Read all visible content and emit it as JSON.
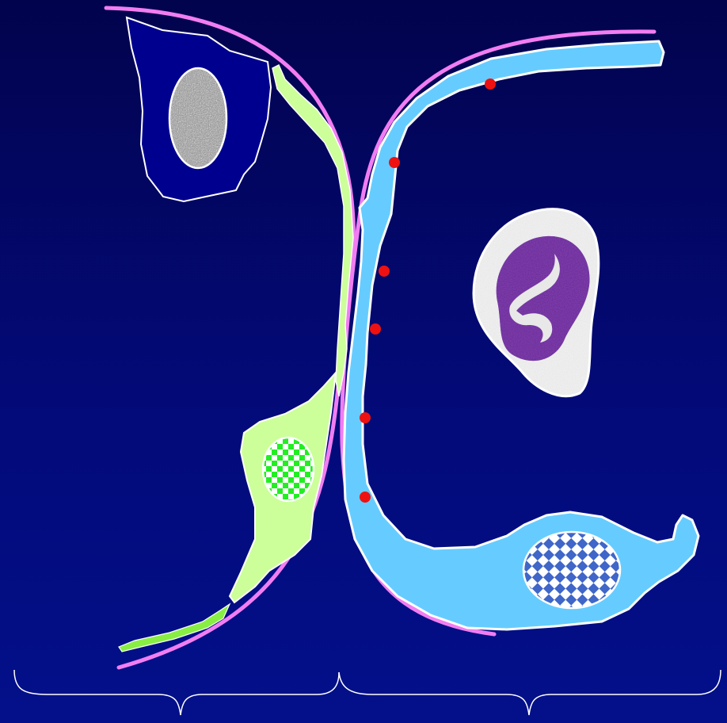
{
  "diagram": {
    "background_color": "#030a78",
    "membrane_color": "#f27df2",
    "outline_color": "#ffffff",
    "cells": [
      {
        "id": "dark-blue-cell",
        "fill": "#00008f",
        "nucleus_fill": "#9a9a9a",
        "nucleus_pattern": "speckled-gray"
      },
      {
        "id": "green-cell",
        "fill": "#ccff99",
        "nucleus_fill": "#22ee22",
        "nucleus_pattern": "checkerboard-green"
      },
      {
        "id": "light-blue-cell",
        "fill": "#66ccff",
        "nucleus_fill": "#3f66c8",
        "nucleus_pattern": "diamond-blue",
        "granule_color": "#ee1111"
      },
      {
        "id": "gray-cell",
        "fill": "#e6e6e6",
        "nucleus_fill": "#4a1a80",
        "nucleus_pattern": "lobed-purple"
      }
    ],
    "braces": [
      {
        "id": "left-brace",
        "label": ""
      },
      {
        "id": "right-brace",
        "label": ""
      }
    ]
  }
}
